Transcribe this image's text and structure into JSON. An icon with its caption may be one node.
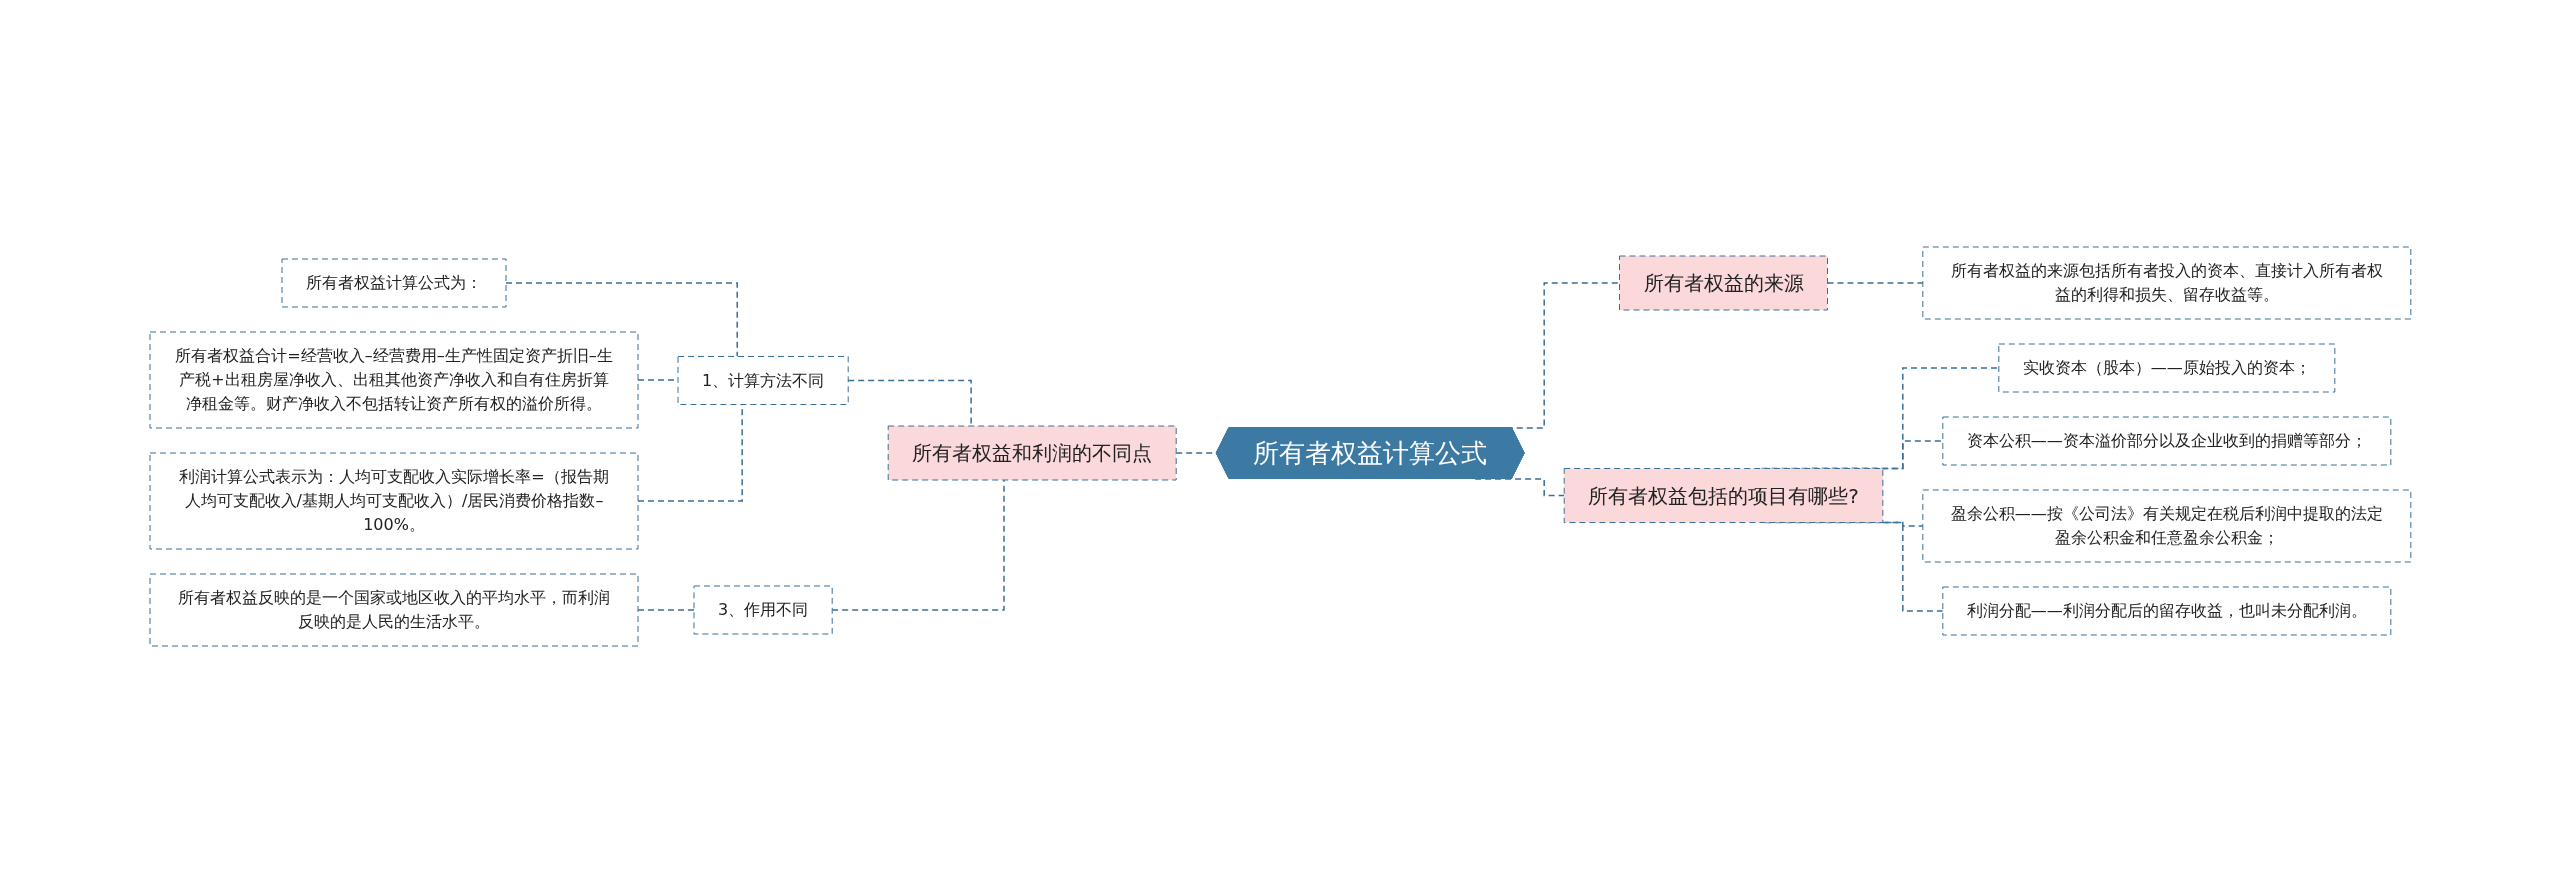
{
  "diagram": {
    "nodes": [
      {
        "text": [
          "所有者权益计算公式"
        ]
      },
      {
        "text": [
          "所有者权益和利润的不同点"
        ]
      },
      {
        "text": [
          "1、计算方法不同"
        ]
      },
      {
        "text": [
          "所有者权益计算公式为："
        ]
      },
      {
        "text": [
          "所有者权益合计=经营收入–经营费用–生产性固定资产折旧–生产税+出租房屋净收入、出租其他资产净收入和自有住房折算净租金等。财产净收入不包括转让资产所有权的溢价所得。"
        ]
      },
      {
        "text": [
          "利润计算公式表示为：人均可支配收入实际增长率=（报告期人均可支配收入/基期人均可支配收入）/居民消费价格指数–100%。"
        ]
      },
      {
        "text": [
          "3、作用不同"
        ]
      },
      {
        "text": [
          "所有者权益反映的是一个国家或地区收入的平均水平，而利润反映的是人民的生活水平。"
        ]
      },
      {
        "text": [
          "所有者权益的来源"
        ]
      },
      {
        "text": [
          "所有者权益的来源包括所有者投入的资本、直接计入所有者权益的利得和损失、留存收益等。"
        ]
      },
      {
        "text": [
          "所有者权益包括的项目有哪些?"
        ]
      },
      {
        "text": [
          "实收资本（股本）——原始投入的资本；"
        ]
      },
      {
        "text": [
          "资本公积——资本溢价部分以及企业收到的捐赠等部分；"
        ]
      },
      {
        "text": [
          "盈余公积——按《公司法》有关规定在税后利润中提取的法定盈余公积金和任意盈余公积金；"
        ]
      },
      {
        "text": [
          "利润分配——利润分配后的留存收益，也叫未分配利润。"
        ]
      }
    ],
    "edges": [
      {
        "from": 0,
        "to": 1,
        "arrow": "none",
        "style": "dashed"
      },
      {
        "from": 1,
        "to": 2,
        "arrow": "none",
        "style": "dashed"
      },
      {
        "from": 2,
        "to": 3,
        "arrow": "none",
        "style": "dashed"
      },
      {
        "from": 2,
        "to": 4,
        "arrow": "none",
        "style": "dashed"
      },
      {
        "from": 2,
        "to": 5,
        "arrow": "none",
        "style": "dashed"
      },
      {
        "from": 1,
        "to": 6,
        "arrow": "none",
        "style": "dashed"
      },
      {
        "from": 6,
        "to": 7,
        "arrow": "none",
        "style": "dashed"
      },
      {
        "from": 0,
        "to": 8,
        "arrow": "none",
        "style": "dashed"
      },
      {
        "from": 8,
        "to": 9,
        "arrow": "none",
        "style": "dashed"
      },
      {
        "from": 0,
        "to": 10,
        "arrow": "none",
        "style": "dashed"
      },
      {
        "from": 10,
        "to": 11,
        "arrow": "none",
        "style": "dashed"
      },
      {
        "from": 10,
        "to": 12,
        "arrow": "none",
        "style": "dashed"
      },
      {
        "from": 10,
        "to": 13,
        "arrow": "none",
        "style": "dashed"
      },
      {
        "from": 10,
        "to": 14,
        "arrow": "none",
        "style": "dashed"
      }
    ]
  }
}
